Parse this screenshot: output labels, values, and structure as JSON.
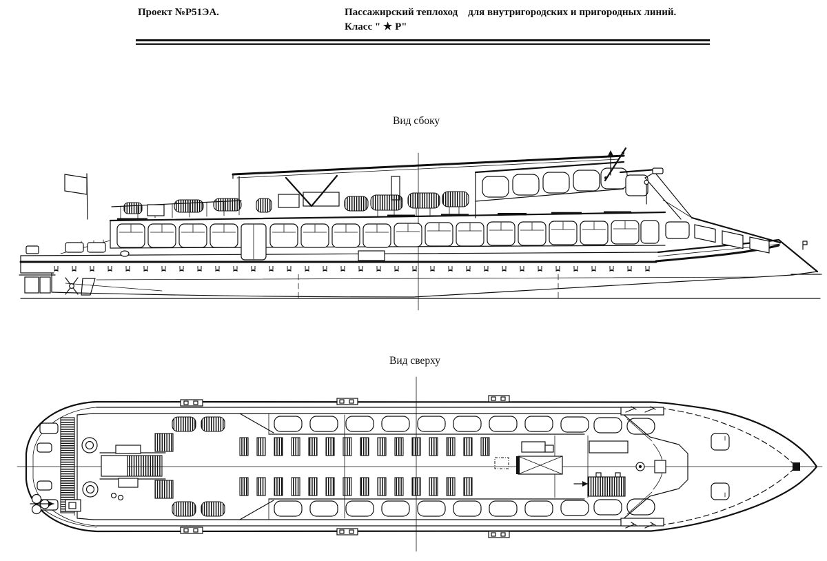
{
  "page": {
    "background": "#ffffff",
    "ink": "#111111"
  },
  "header": {
    "project": "Проект №Р51ЭА.",
    "description": "Пассажирский теплоход    для внутригородских и пригородных линий.",
    "class_line": "Класс \" ★ Р\""
  },
  "views": {
    "side": {
      "label": "Вид сбоку"
    },
    "top": {
      "label": "Вид сверху"
    }
  }
}
